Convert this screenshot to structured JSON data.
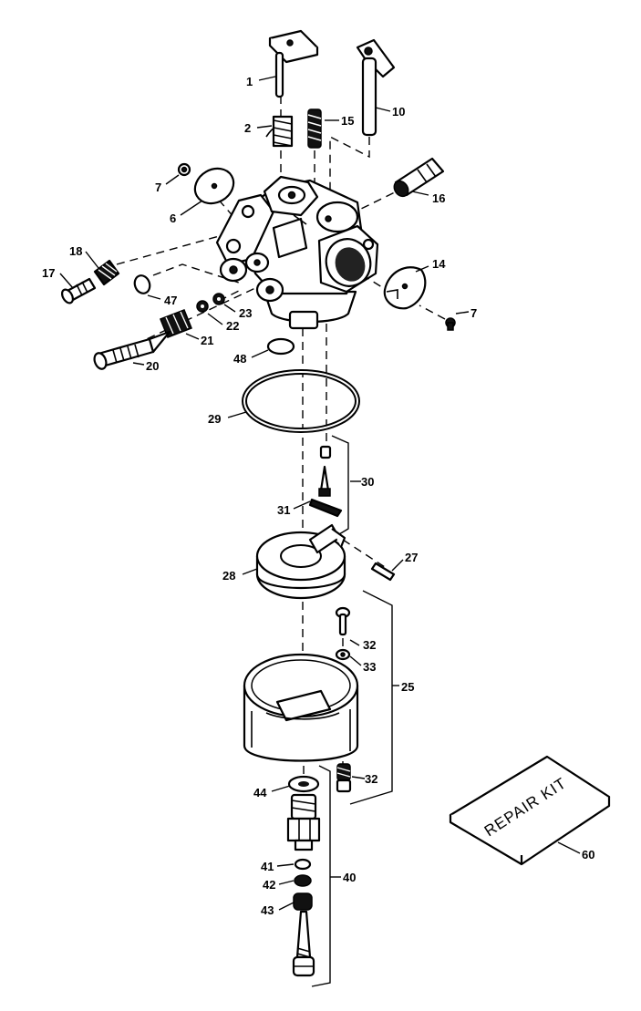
{
  "labels": {
    "p1": "1",
    "p2": "2",
    "p6": "6",
    "p7a": "7",
    "p7b": "7",
    "p10": "10",
    "p14": "14",
    "p15": "15",
    "p16": "16",
    "p17": "17",
    "p18": "18",
    "p20": "20",
    "p21": "21",
    "p22": "22",
    "p23": "23",
    "p25": "25",
    "p27": "27",
    "p28": "28",
    "p29": "29",
    "p30": "30",
    "p31": "31",
    "p32a": "32",
    "p32b": "32",
    "p33": "33",
    "p40": "40",
    "p41": "41",
    "p42": "42",
    "p43": "43",
    "p44": "44",
    "p47": "47",
    "p48": "48",
    "p60": "60"
  },
  "repair_kit": {
    "label": "REPAIR KIT"
  }
}
